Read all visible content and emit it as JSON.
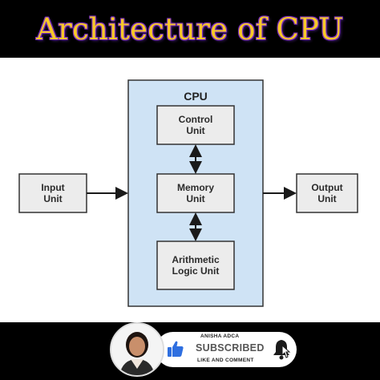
{
  "title": "Architecture of CPU",
  "diagram": {
    "cpu_label": "CPU",
    "input": "Input\nUnit",
    "output": "Output\nUnit",
    "control": "Control\nUnit",
    "memory": "Memory\nUnit",
    "alu": "Arithmetic\nLogic Unit"
  },
  "banner": {
    "channel_name": "ANISHA ADCA",
    "subscribed_label": "SUBSCRIBED",
    "like_comment_label": "LIKE AND COMMENT"
  },
  "icons": {
    "thumb": "thumbs-up-icon",
    "bell": "bell-cursor-icon"
  },
  "colors": {
    "title_text": "#f7c928",
    "title_outline": "#7a2fbf",
    "cpu_fill": "#cfe3f5",
    "box_fill": "#ececec",
    "thumb_blue": "#2f6fe0"
  }
}
